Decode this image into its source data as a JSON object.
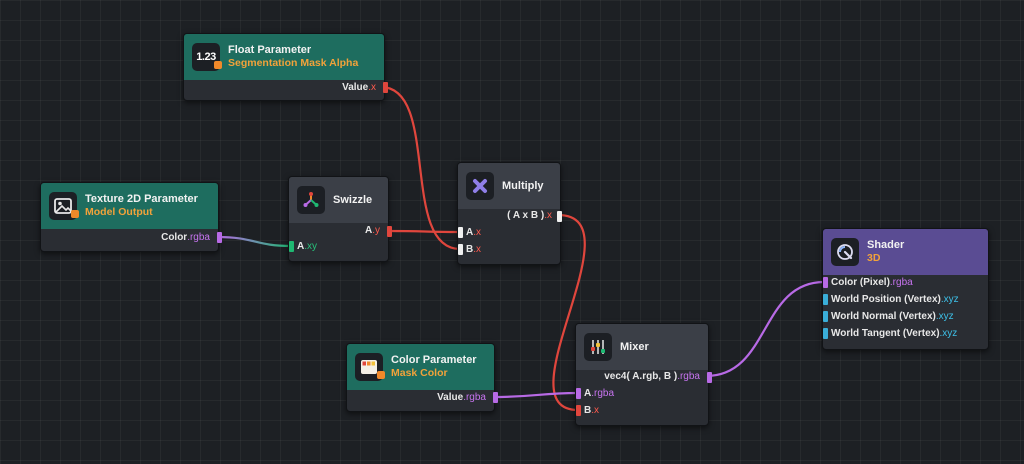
{
  "nodes": {
    "float_param": {
      "title": "Float Parameter",
      "subtitle": "Segmentation Mask Alpha",
      "icon": "float-number-icon",
      "icon_text": "1.23",
      "output": {
        "name": "Value",
        "swizzle": ".x"
      }
    },
    "texture_param": {
      "title": "Texture 2D Parameter",
      "subtitle": "Model Output",
      "icon": "image-icon",
      "output": {
        "name": "Color",
        "swizzle": ".rgba"
      }
    },
    "swizzle": {
      "title": "Swizzle",
      "icon": "swizzle-icon",
      "output": {
        "name": "A",
        "swizzle": ".y"
      },
      "input": {
        "name": "A",
        "swizzle": ".xy"
      }
    },
    "multiply": {
      "title": "Multiply",
      "icon": "multiply-icon",
      "output": {
        "name": "( A x B )",
        "swizzle": ".x"
      },
      "inputs": [
        {
          "name": "A",
          "swizzle": ".x"
        },
        {
          "name": "B",
          "swizzle": ".x"
        }
      ]
    },
    "color_param": {
      "title": "Color Parameter",
      "subtitle": "Mask Color",
      "icon": "color-palette-icon",
      "output": {
        "name": "Value",
        "swizzle": ".rgba"
      }
    },
    "mixer": {
      "title": "Mixer",
      "icon": "mixer-sliders-icon",
      "output": {
        "name": "vec4( A.rgb, B )",
        "swizzle": ".rgba"
      },
      "inputs": [
        {
          "name": "A",
          "swizzle": ".rgba"
        },
        {
          "name": "B",
          "swizzle": ".x"
        }
      ]
    },
    "shader": {
      "title": "Shader",
      "subtitle": "3D",
      "icon": "shader-icon",
      "inputs": [
        {
          "name": "Color (Pixel)",
          "swizzle": ".rgba"
        },
        {
          "name": "World Position (Vertex)",
          "swizzle": ".xyz"
        },
        {
          "name": "World Normal (Vertex)",
          "swizzle": ".xyz"
        },
        {
          "name": "World Tangent (Vertex)",
          "swizzle": ".xyz"
        }
      ]
    }
  },
  "colors": {
    "float_wire": "#e0463d",
    "rgba_wire": "#b86ae6",
    "xy_wire": "#1fb872",
    "header_teal": "#1e6d5f",
    "header_gray": "#3b3f47",
    "header_purple": "#5a4c93",
    "subtitle_orange": "#f2a23a"
  }
}
